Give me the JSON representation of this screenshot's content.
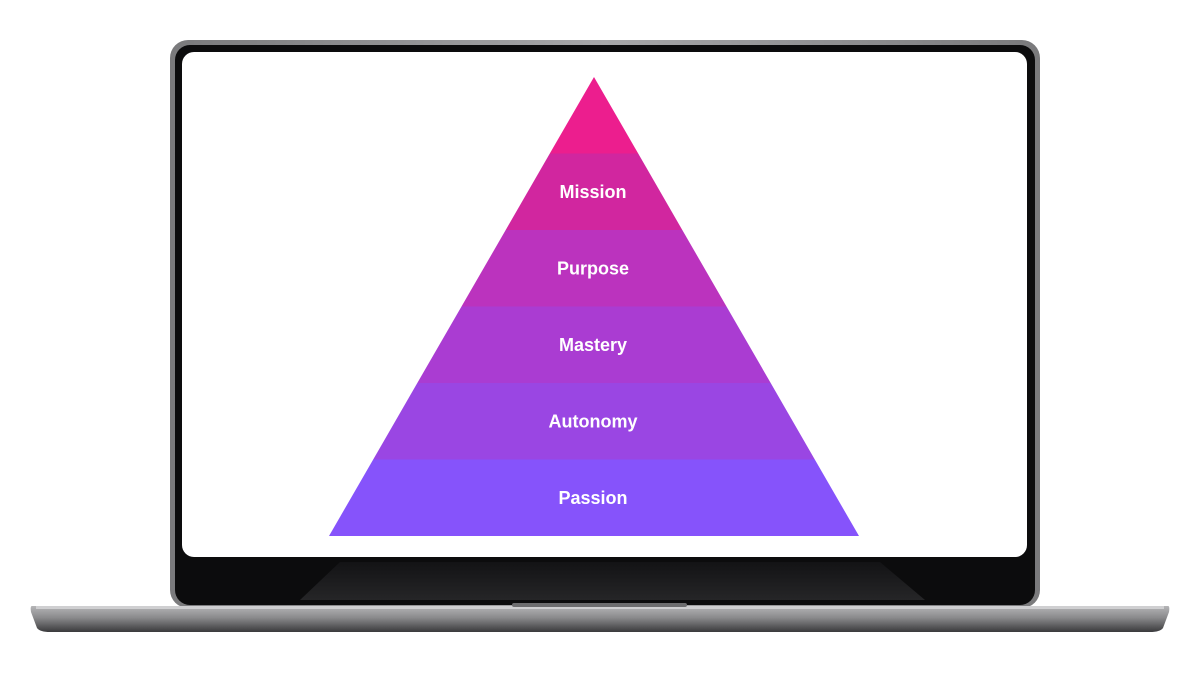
{
  "pyramid": {
    "levels": [
      {
        "label": "",
        "color": "#ec1e8e"
      },
      {
        "label": "Mission",
        "color": "#d1269f"
      },
      {
        "label": "Purpose",
        "color": "#bb33be"
      },
      {
        "label": "Mastery",
        "color": "#aa3cd2"
      },
      {
        "label": "Autonomy",
        "color": "#9a46e3"
      },
      {
        "label": "Passion",
        "color": "#8653fb"
      }
    ]
  },
  "device": {
    "frame_color": "#1c1c1e",
    "bezel_color": "#8c8c8e",
    "base_color": "#9a9a9c",
    "screen_color": "#ffffff"
  }
}
